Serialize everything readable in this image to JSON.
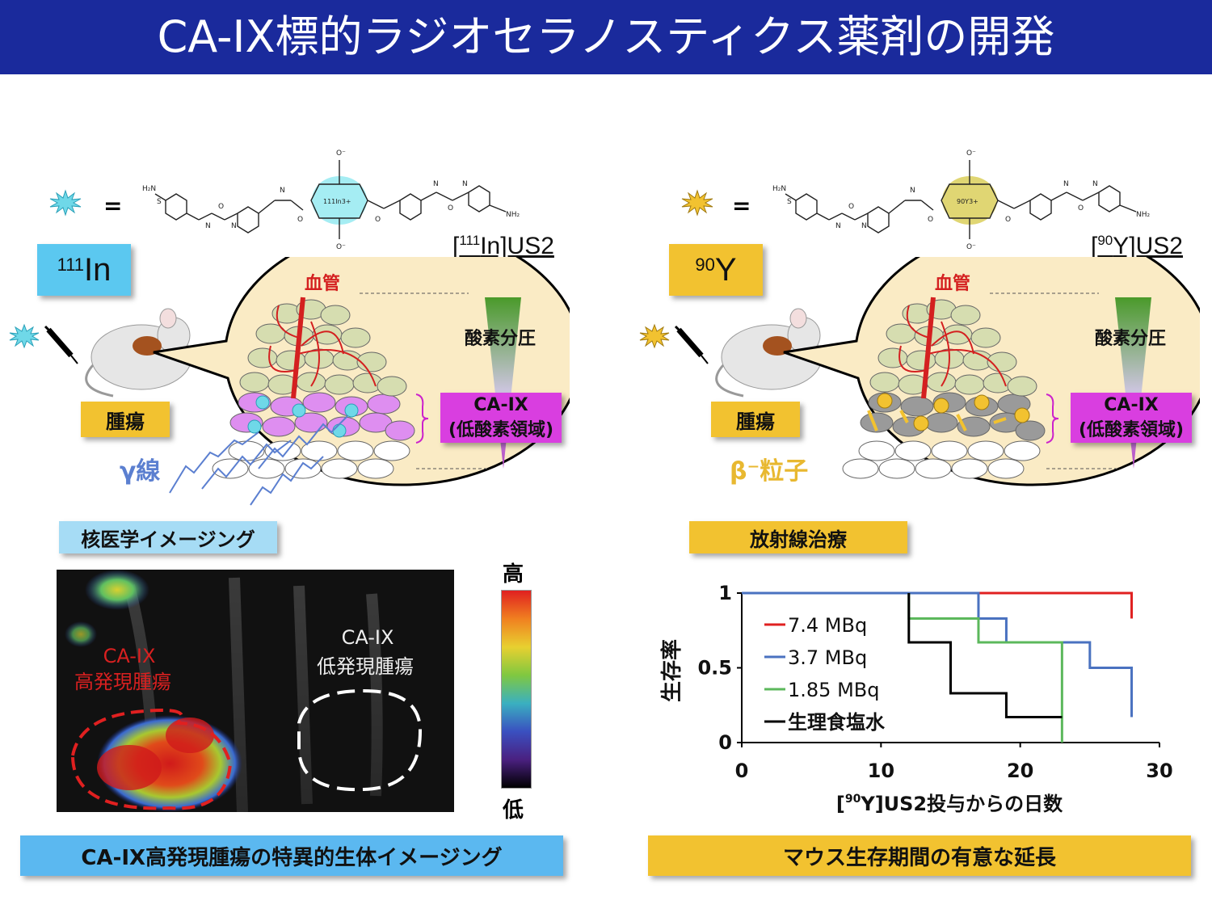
{
  "title": "CA-IX標的ラジオセラノスティクス薬剤の開発",
  "left": {
    "isotope_mass": "111",
    "isotope_symbol": "In",
    "compound_mass": "111",
    "compound_label_pre": "[",
    "compound_label_mid": "In]US2",
    "chelate_label": "111In3+",
    "tumor_label": "腫瘍",
    "radiation_label": "γ線",
    "method_label": "核医学イメージング",
    "vessel_label": "血管",
    "oxygen_label": "酸素分圧",
    "caix_label": "CA-IX",
    "caix_sub": "(低酸素領域)",
    "image_high_label": "CA-IX",
    "image_high_sub": "高発現腫瘍",
    "image_low_label": "CA-IX",
    "image_low_sub": "低発現腫瘍",
    "scale_high": "高",
    "scale_low": "低",
    "caption": "CA-IX高発現腫瘍の特異的生体イメージング",
    "accent": "#5bc8f0"
  },
  "right": {
    "isotope_mass": "90",
    "isotope_symbol": "Y",
    "compound_mass": "90",
    "compound_label_pre": "[",
    "compound_label_mid": "Y]US2",
    "chelate_label": "90Y3+",
    "tumor_label": "腫瘍",
    "radiation_label": "β⁻粒子",
    "method_label": "放射線治療",
    "vessel_label": "血管",
    "oxygen_label": "酸素分圧",
    "caix_label": "CA-IX",
    "caix_sub": "(低酸素領域)",
    "caption": "マウス生存期間の有意な延長",
    "accent": "#f2c230"
  },
  "equals": "=",
  "chart_data": {
    "type": "line",
    "step": true,
    "ylabel": "生存率",
    "xlabel_pre": "[",
    "xlabel_mass": "90",
    "xlabel_rest": "Y]US2投与からの日数",
    "xlim": [
      0,
      30
    ],
    "ylim": [
      0,
      1
    ],
    "xticks": [
      0,
      10,
      20,
      30
    ],
    "yticks": [
      0,
      0.5,
      1
    ],
    "yticklabels": [
      "0",
      "0.5",
      "1"
    ],
    "legend_position": "left",
    "series": [
      {
        "name": "7.4 MBq",
        "color": "#e02020",
        "x": [
          0,
          28,
          28
        ],
        "y": [
          1,
          1,
          0.83
        ]
      },
      {
        "name": "3.7 MBq",
        "color": "#4a72c0",
        "x": [
          0,
          17,
          17,
          19,
          19,
          25,
          25,
          28,
          28
        ],
        "y": [
          1,
          1,
          0.83,
          0.83,
          0.67,
          0.67,
          0.5,
          0.5,
          0.17
        ]
      },
      {
        "name": "1.85 MBq",
        "color": "#5cb85c",
        "x": [
          12,
          12,
          17,
          17,
          23,
          23
        ],
        "y": [
          1,
          0.83,
          0.83,
          0.67,
          0.67,
          0
        ]
      },
      {
        "name": "生理食塩水",
        "color": "#000000",
        "x": [
          12,
          12,
          15,
          15,
          19,
          19,
          23
        ],
        "y": [
          1,
          0.67,
          0.67,
          0.33,
          0.33,
          0.17,
          0.17
        ]
      }
    ]
  }
}
